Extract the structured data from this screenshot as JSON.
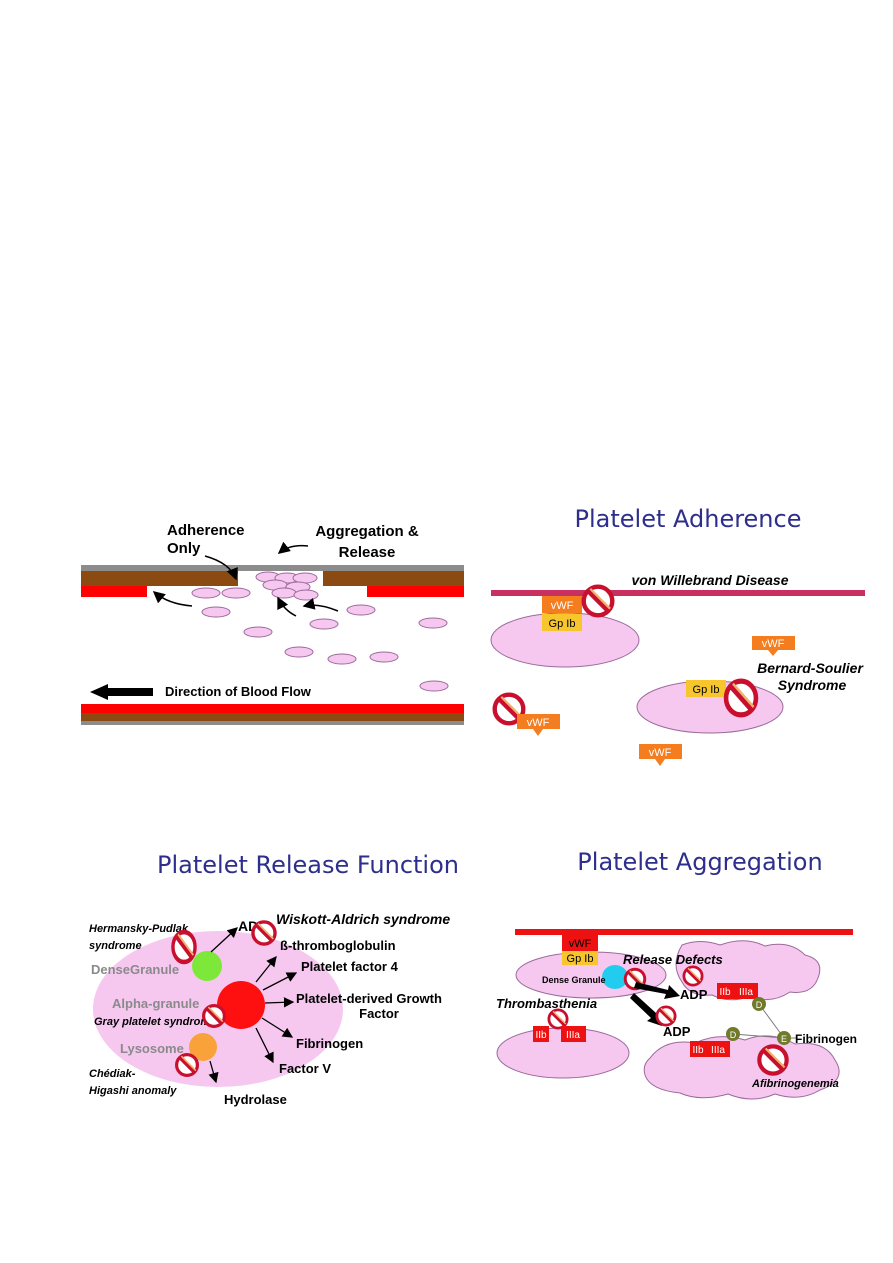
{
  "panel1": {
    "adherence_only": [
      "Adherence",
      "Only"
    ],
    "aggregation_release": [
      "Aggregation &",
      "Release"
    ],
    "direction_label": "Direction of Blood Flow"
  },
  "panel2": {
    "title": "Platelet Adherence",
    "vwd": "von Willebrand Disease",
    "vwf": "vWF",
    "gpib": "Gp Ib",
    "bss": [
      "Bernard-Soulier",
      "Syndrome"
    ]
  },
  "panel3": {
    "title": "Platelet Release Function",
    "hps": [
      "Hermansky-Pudlak",
      "syndrome"
    ],
    "dense_granule": "DenseGranule",
    "alpha_granule": "Alpha-granule",
    "gray_platelet": "Gray platelet syndrome",
    "lysosome": "Lysosome",
    "chediak": [
      "Chédiak-",
      "Higashi anomaly"
    ],
    "adp": "ADP",
    "was": "Wiskott-Aldrich syndrome",
    "products": [
      "ß-thromboglobulin",
      "Platelet factor 4",
      "Platelet-derived Growth",
      "Factor",
      "Fibrinogen",
      "Factor V"
    ],
    "hydrolase": "Hydrolase"
  },
  "panel4": {
    "title": "Platelet Aggregation",
    "vwf": "vWF",
    "gpib": "Gp Ib",
    "dense_granule": "Dense Granule",
    "release_defects": "Release Defects",
    "adp": "ADP",
    "thrombasthenia": "Thrombasthenia",
    "iib": "IIb",
    "iiia": "IIIa",
    "d": "D",
    "e": "E",
    "fibrinogen": "Fibrinogen",
    "afibrinogenemia": "Afibrinogenemia"
  },
  "colors": {
    "title": "#2e2e8c",
    "platelet": "#f6c8f0",
    "red": "#ff0000",
    "brown": "#8b4a12",
    "vwf_orange": "#f47d20",
    "gpib_yellow": "#f7c62f",
    "block_red": "#c8102e",
    "dense_green": "#7de83a",
    "lysosome_orange": "#f9a23a",
    "dense_cyan": "#22ccee"
  }
}
